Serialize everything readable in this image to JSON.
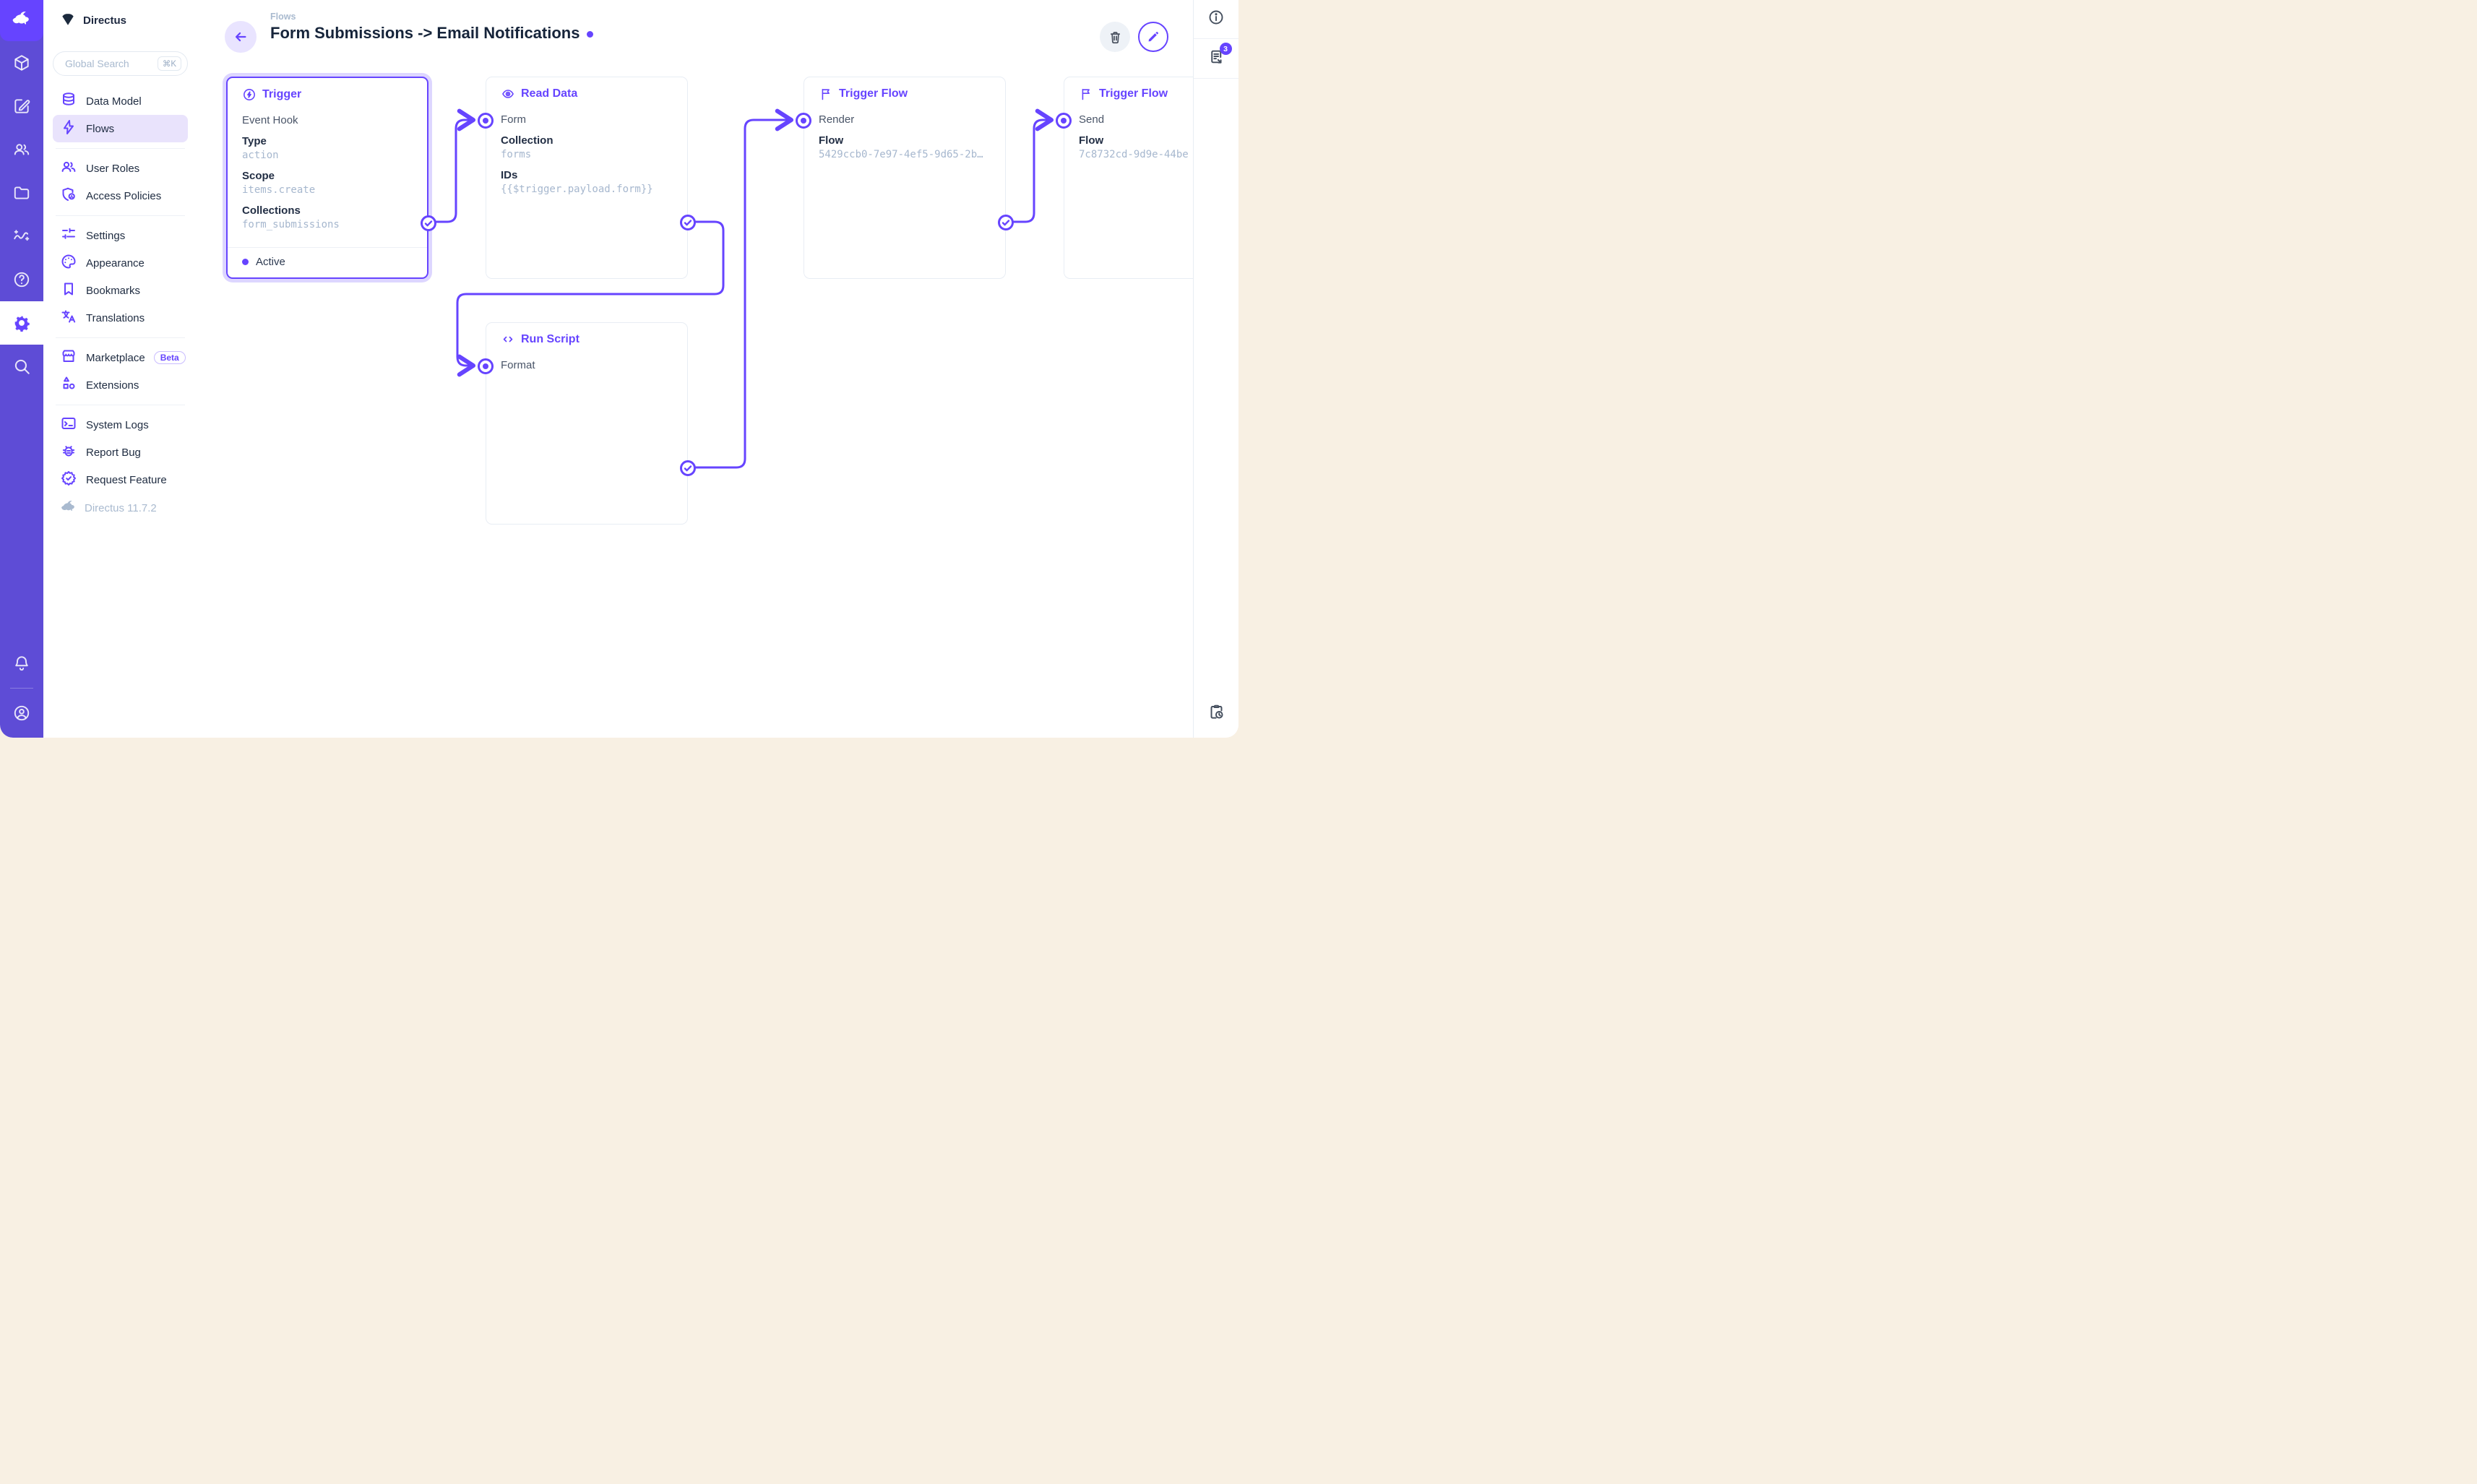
{
  "colors": {
    "accent": "#6644ff",
    "module_bar": "#5e4cd6",
    "logo_tile": "#6644ff",
    "selected_glow": "rgba(102,68,255,0.22)"
  },
  "app": {
    "project_name": "Directus"
  },
  "module_bar": {
    "modules": [
      "content",
      "editor",
      "users",
      "files",
      "insights",
      "help",
      "settings",
      "search"
    ],
    "bottom": [
      "notifications",
      "account"
    ]
  },
  "sidebar": {
    "search": {
      "placeholder": "Global Search",
      "shortcut": "⌘K"
    },
    "sections": [
      {
        "items": [
          {
            "label": "Data Model"
          },
          {
            "label": "Flows"
          }
        ]
      },
      {
        "items": [
          {
            "label": "User Roles"
          },
          {
            "label": "Access Policies"
          }
        ]
      },
      {
        "items": [
          {
            "label": "Settings"
          },
          {
            "label": "Appearance"
          },
          {
            "label": "Bookmarks"
          },
          {
            "label": "Translations"
          }
        ]
      },
      {
        "items": [
          {
            "label": "Marketplace",
            "badge": "Beta"
          },
          {
            "label": "Extensions"
          }
        ]
      },
      {
        "items": [
          {
            "label": "System Logs"
          },
          {
            "label": "Report Bug"
          },
          {
            "label": "Request Feature"
          }
        ]
      }
    ],
    "version": "Directus 11.7.2"
  },
  "header": {
    "breadcrumb": "Flows",
    "title": "Form Submissions -> Email Notifications"
  },
  "right_rail": {
    "log_badge_count": "3"
  },
  "flow": {
    "trigger": {
      "title": "Trigger",
      "kind": "Event Hook",
      "type_label": "Type",
      "type_value": "action",
      "scope_label": "Scope",
      "scope_value": "items.create",
      "collections_label": "Collections",
      "collections_value": "form_submissions",
      "status": "Active"
    },
    "read_data": {
      "title": "Read Data",
      "name": "Form",
      "collection_label": "Collection",
      "collection_value": "forms",
      "ids_label": "IDs",
      "ids_value": "{{$trigger.payload.form}}"
    },
    "run_script": {
      "title": "Run Script",
      "name": "Format"
    },
    "trigger_flow_render": {
      "title": "Trigger Flow",
      "name": "Render",
      "flow_label": "Flow",
      "flow_value": "5429ccb0-7e97-4ef5-9d65-2b…"
    },
    "trigger_flow_send": {
      "title": "Trigger Flow",
      "name": "Send",
      "flow_label": "Flow",
      "flow_value": "7c8732cd-9d9e-44be"
    }
  }
}
